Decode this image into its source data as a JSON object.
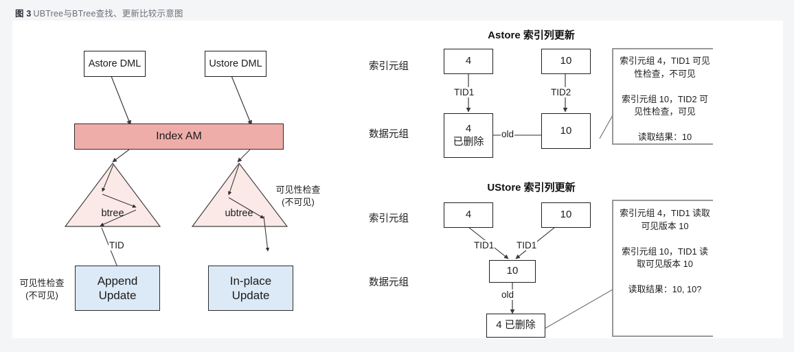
{
  "caption": {
    "prefix": "图 3",
    "text": "UBTree与BTree查找、更新比较示意图"
  },
  "colors": {
    "page_bg": "#f4f5f7",
    "card_bg": "#ffffff",
    "index_am_fill": "#efada9",
    "tree_fill": "#fbe9e7",
    "update_fill": "#dce9f6",
    "stroke": "#3f3f3f",
    "text": "#1b1b1b"
  },
  "left_panel": {
    "astore_dml": "Astore DML",
    "ustore_dml": "Ustore DML",
    "index_am": "Index AM",
    "btree": "btree",
    "ubtree": "ubtree",
    "tid_label": "TID",
    "append_update": "Append\nUpdate",
    "inplace_update": "In-place\nUpdate",
    "visibility_note_left": "可见性检查\n(不可见)",
    "visibility_note_right": "可见性检查\n(不可见)"
  },
  "astore_panel": {
    "title": "Astore 索引列更新",
    "row_labels": {
      "index": "索引元组",
      "data": "数据元组"
    },
    "index_tuples": [
      {
        "value": "4"
      },
      {
        "value": "10"
      }
    ],
    "data_tuples": [
      {
        "value": "4\n已删除"
      },
      {
        "value": "10"
      }
    ],
    "edge_labels": {
      "tid_left": "TID1",
      "tid_right": "TID2",
      "old": "old"
    },
    "callout": "索引元组 4，TID1 可见\n性检查，不可见\n\n索引元组 10，TID2 可\n见性检查，可见\n\n读取结果：10"
  },
  "ustore_panel": {
    "title": "UStore 索引列更新",
    "row_labels": {
      "index": "索引元组",
      "data": "数据元组"
    },
    "index_tuples": [
      {
        "value": "4"
      },
      {
        "value": "10"
      }
    ],
    "data_tuples": [
      {
        "value": "10"
      },
      {
        "value": "4 已删除"
      }
    ],
    "edge_labels": {
      "tid_left": "TID1",
      "tid_right": "TID1",
      "old": "old"
    },
    "callout": "索引元组 4，TID1 读取\n可见版本 10\n\n索引元组 10，TID1 读\n取可见版本 10\n\n读取结果：10, 10?"
  }
}
